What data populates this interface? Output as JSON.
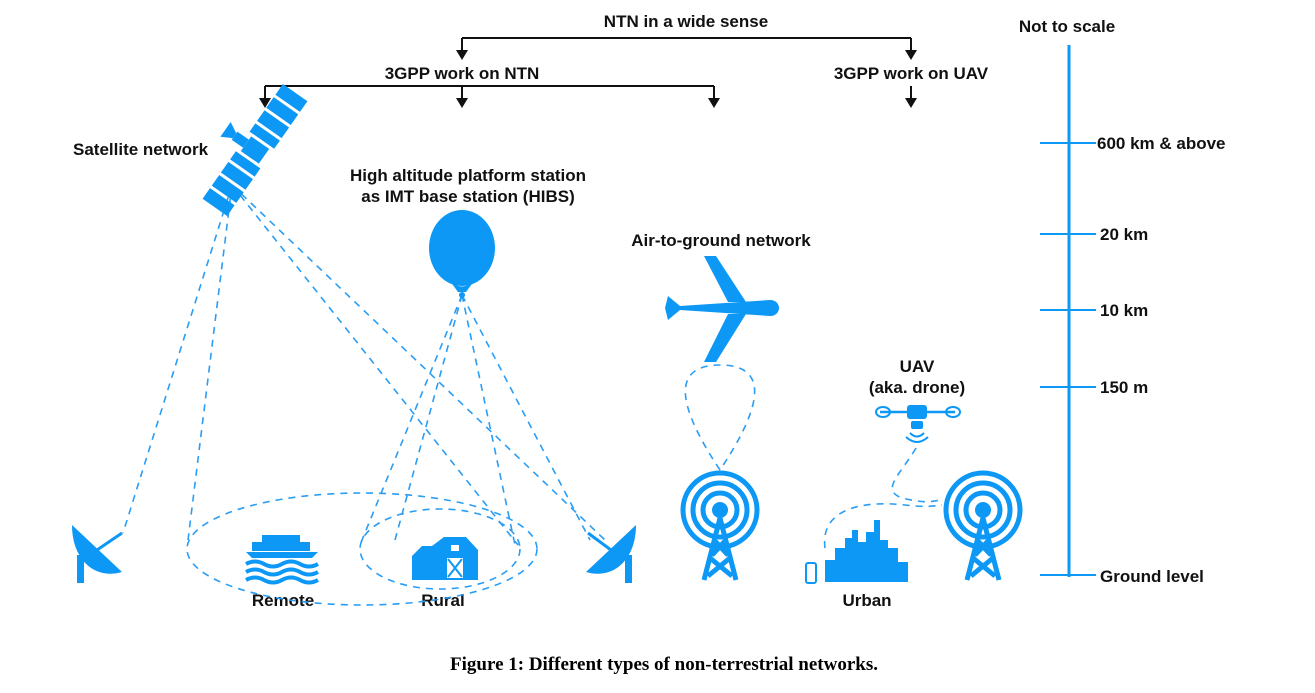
{
  "diagram": {
    "top_label": "NTN in a wide sense",
    "group_ntn": "3GPP work on NTN",
    "group_uav": "3GPP work on UAV",
    "scale_note": "Not to scale",
    "satellite_label": "Satellite network",
    "hibs_label_line1": "High altitude platform station",
    "hibs_label_line2": "as IMT base station (HIBS)",
    "a2g_label": "Air-to-ground network",
    "uav_label_line1": "UAV",
    "uav_label_line2": "(aka. drone)",
    "remote_label": "Remote",
    "rural_label": "Rural",
    "urban_label": "Urban",
    "altitudes": [
      "600 km & above",
      "20 km",
      "10 km",
      "150 m",
      "Ground level"
    ],
    "caption": "Figure 1: Different types of non-terrestrial networks."
  },
  "colors": {
    "accent": "#0d98f5",
    "line": "#111111",
    "dash": "#2a9df4"
  },
  "icons": [
    "satellite-icon",
    "balloon-icon",
    "airplane-icon",
    "drone-icon",
    "dish-antenna-icon",
    "cell-tower-icon",
    "ship-icon",
    "barn-icon",
    "city-icon",
    "phone-icon"
  ]
}
